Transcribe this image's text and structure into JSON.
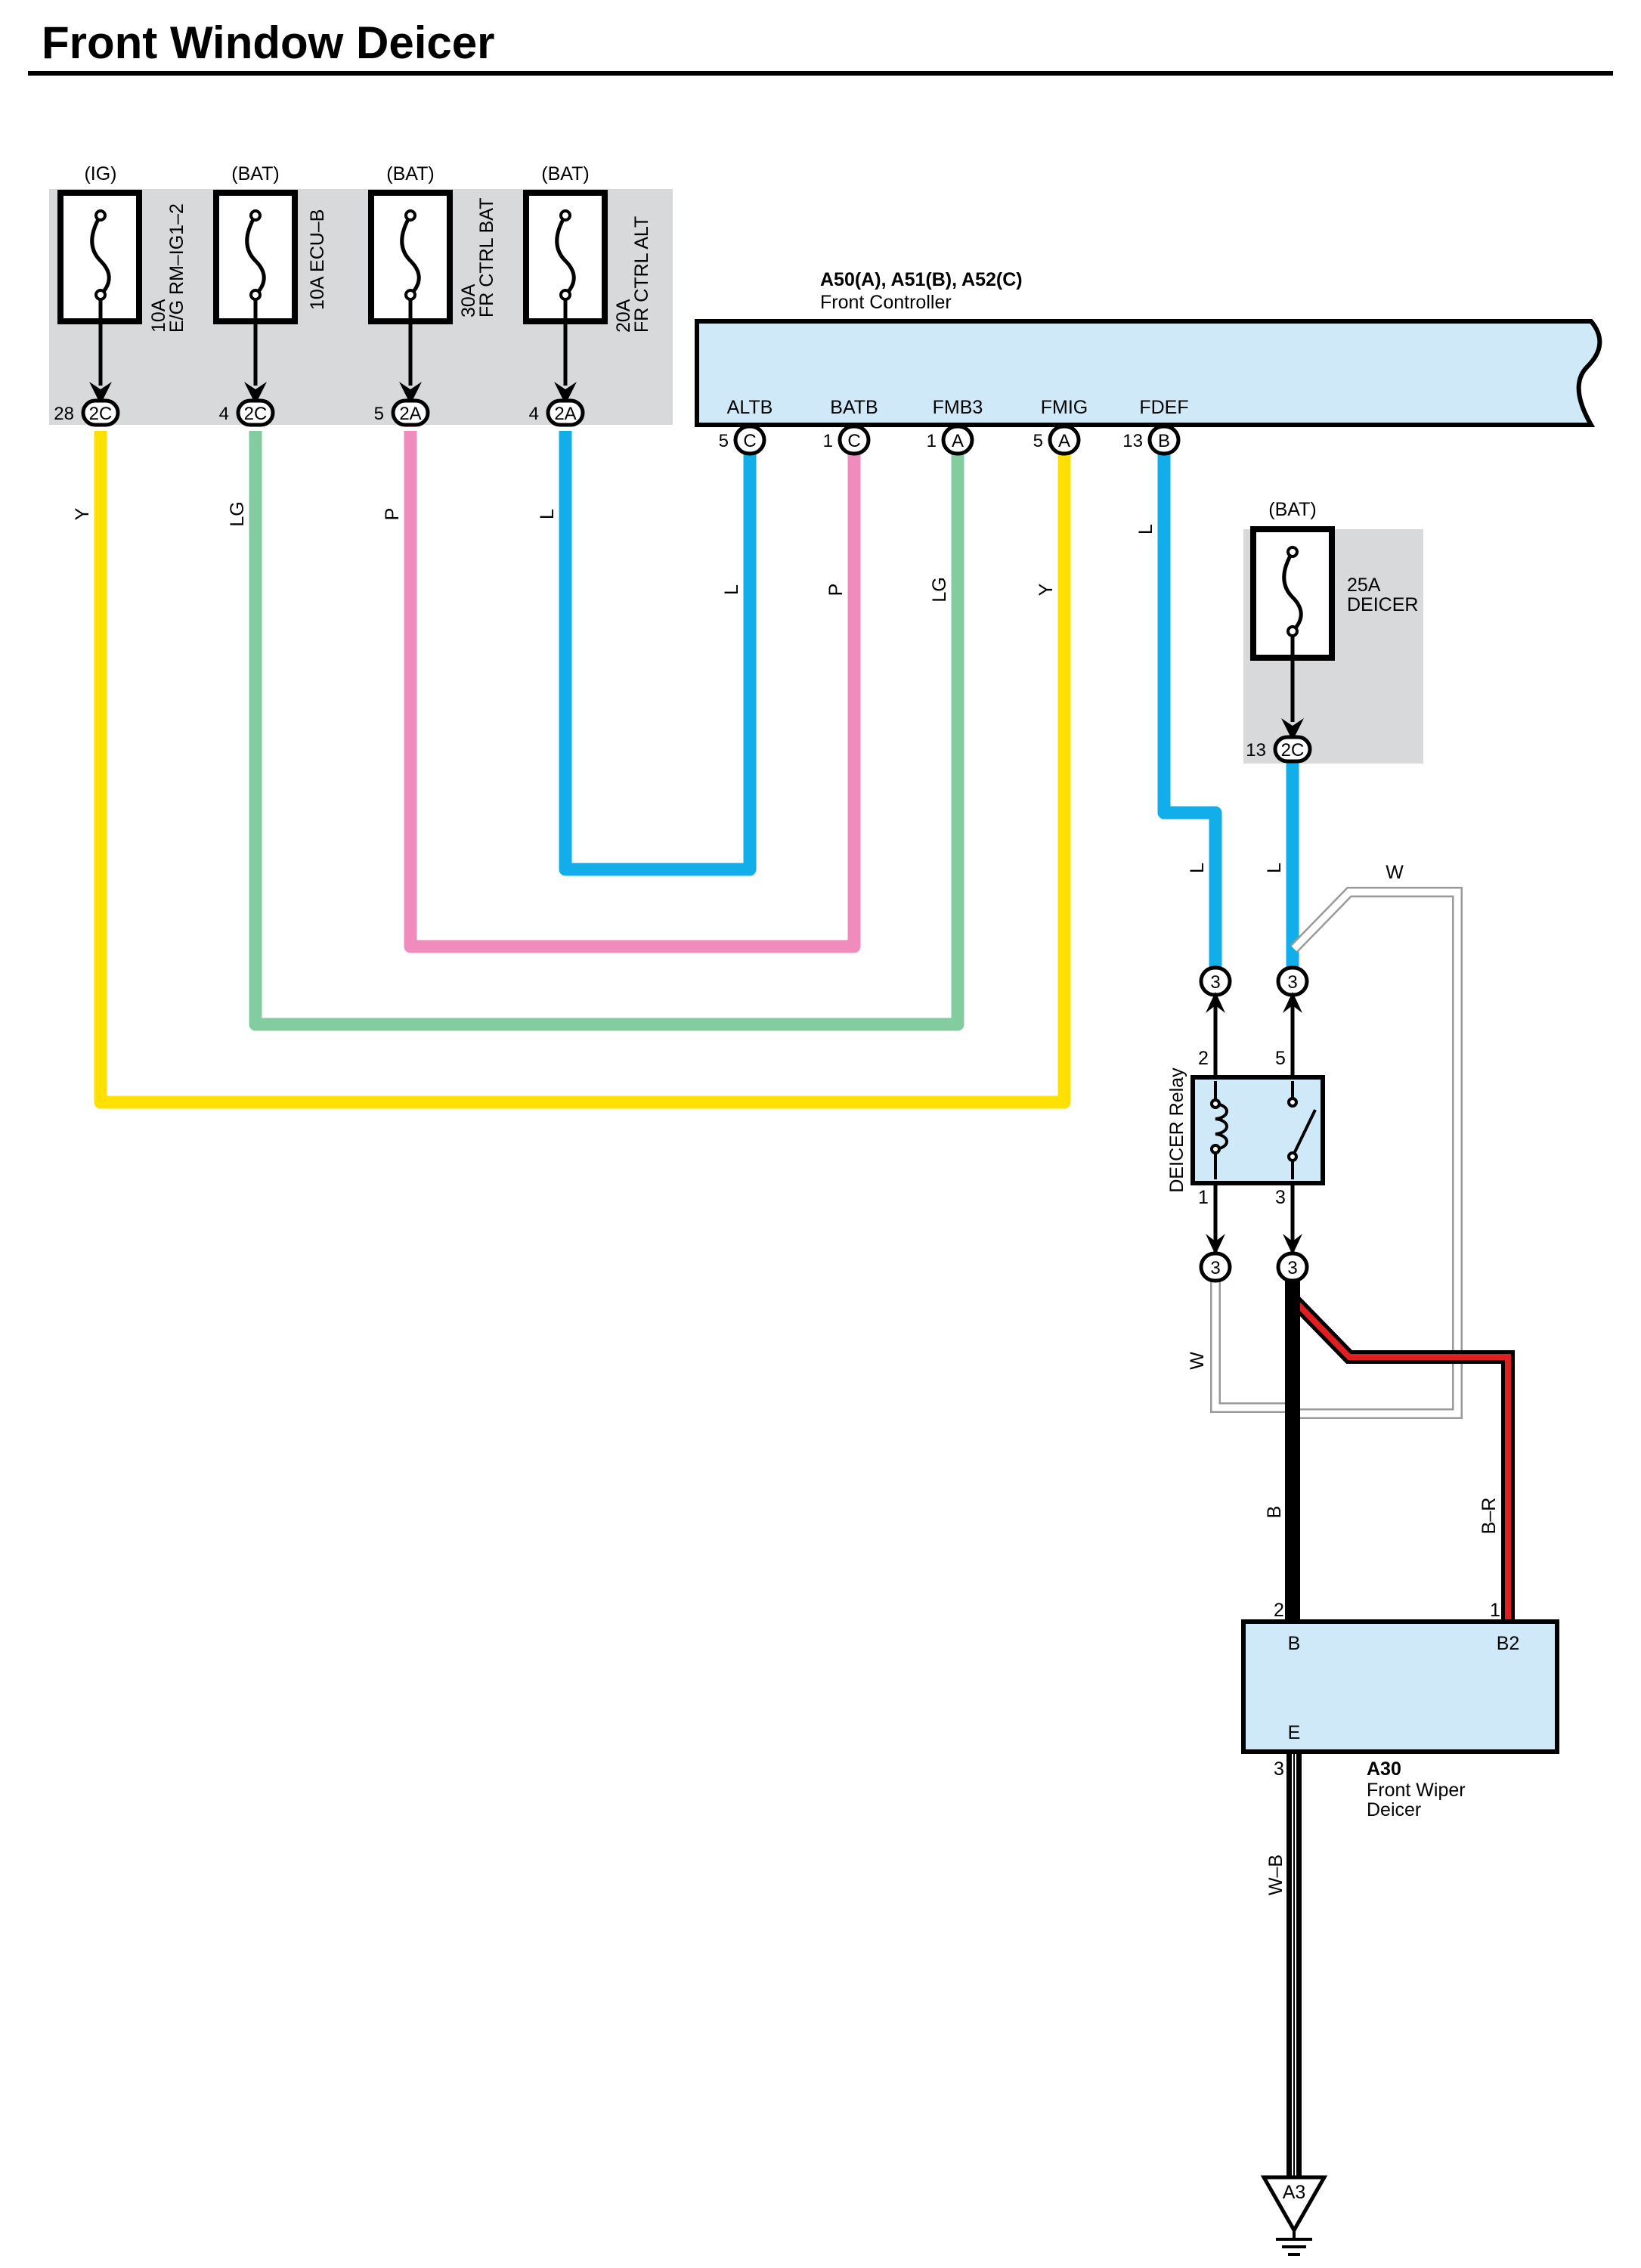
{
  "title": "Front Window Deicer",
  "colors": {
    "fuse_box_bg": "#d8d9db",
    "component_fill": "#cfe9f8",
    "wire_Y": "#ffe000",
    "wire_LG": "#82cc9f",
    "wire_P": "#f08cbd",
    "wire_L": "#12aeea",
    "wire_W": "#9a9a9a",
    "wire_B": "#000000",
    "wire_B_R": "#e02020"
  },
  "fuses": [
    {
      "supply": "(IG)",
      "rating": "10A",
      "name": "E/G RM–IG1–2",
      "pin": "28",
      "connector": "2C"
    },
    {
      "supply": "(BAT)",
      "rating": "10A",
      "name": "ECU–B",
      "pin": "4",
      "connector": "2C"
    },
    {
      "supply": "(BAT)",
      "rating": "30A",
      "name": "FR CTRL BAT",
      "pin": "5",
      "connector": "2A"
    },
    {
      "supply": "(BAT)",
      "rating": "20A",
      "name": "FR CTRL ALT",
      "pin": "4",
      "connector": "2A"
    },
    {
      "supply": "(BAT)",
      "rating": "25A",
      "name": "DEICER",
      "pin": "13",
      "connector": "2C"
    }
  ],
  "front_controller": {
    "code": "A50(A), A51(B), A52(C)",
    "name": "Front Controller",
    "terminals": [
      {
        "name": "ALTB",
        "pin": "5",
        "connector": "C"
      },
      {
        "name": "BATB",
        "pin": "1",
        "connector": "C"
      },
      {
        "name": "FMB3",
        "pin": "1",
        "connector": "A"
      },
      {
        "name": "FMIG",
        "pin": "5",
        "connector": "A"
      },
      {
        "name": "FDEF",
        "pin": "13",
        "connector": "B"
      }
    ]
  },
  "wire_labels": {
    "y": "Y",
    "lg": "LG",
    "p": "P",
    "l": "L",
    "w": "W",
    "b": "B",
    "b_r": "B–R",
    "w_b": "W–B"
  },
  "relay": {
    "name": "DEICER Relay",
    "connector": "3",
    "pins": {
      "coil_top": "2",
      "switch_top": "5",
      "coil_bottom": "1",
      "switch_bottom": "3"
    }
  },
  "wiper_deicer": {
    "code": "A30",
    "name_line1": "Front Wiper",
    "name_line2": "Deicer",
    "terminals": {
      "b": "B",
      "b2": "B2",
      "e": "E"
    },
    "pins": {
      "b": "2",
      "b2": "1",
      "e": "3"
    }
  },
  "ground": {
    "label": "A3"
  }
}
